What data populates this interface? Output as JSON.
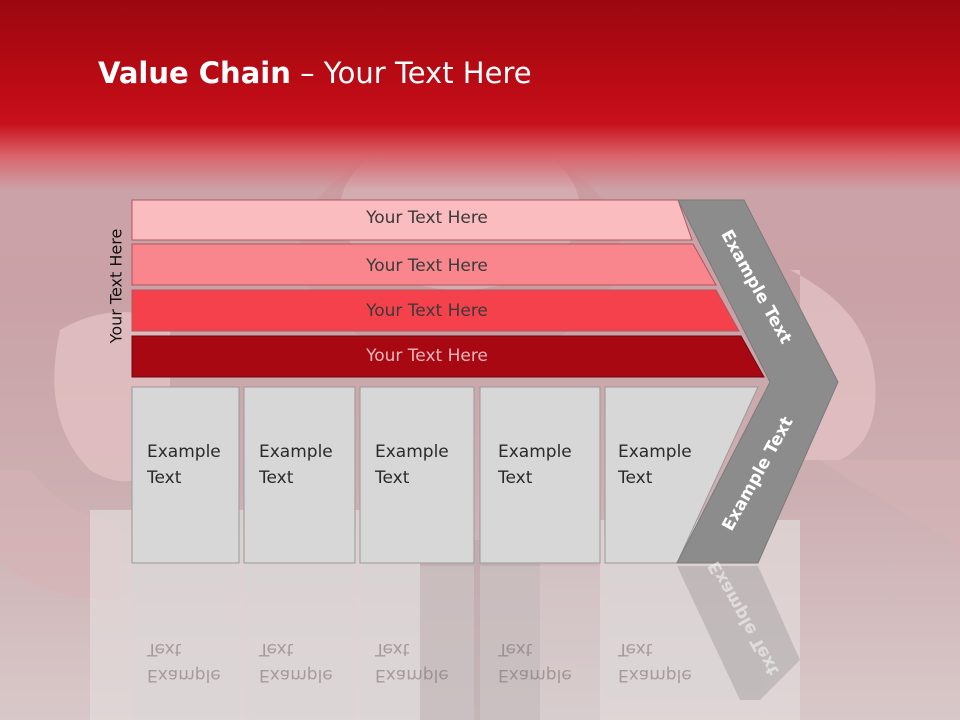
{
  "slide": {
    "title_bold": "Value Chain",
    "title_rest": " – Your Text Here",
    "side_label": "Your Text Here"
  },
  "rows": [
    {
      "label": "Your Text Here",
      "color": "#fbbcc0"
    },
    {
      "label": "Your Text Here",
      "color": "#f8868c"
    },
    {
      "label": "Your Text Here",
      "color": "#f5414c"
    },
    {
      "label": "Your Text Here",
      "color": "#a80812"
    }
  ],
  "boxes": [
    {
      "line1": "Example",
      "line2": "Text"
    },
    {
      "line1": "Example",
      "line2": "Text"
    },
    {
      "line1": "Example",
      "line2": "Text"
    },
    {
      "line1": "Example",
      "line2": "Text"
    },
    {
      "line1": "Example",
      "line2": "Text"
    }
  ],
  "arrow": {
    "top_label": "Example Text",
    "bottom_label": "Example Text",
    "color": "#8c8c8c"
  },
  "colors": {
    "header_red": "#c00d18",
    "box_fill": "#d7d7d7"
  }
}
